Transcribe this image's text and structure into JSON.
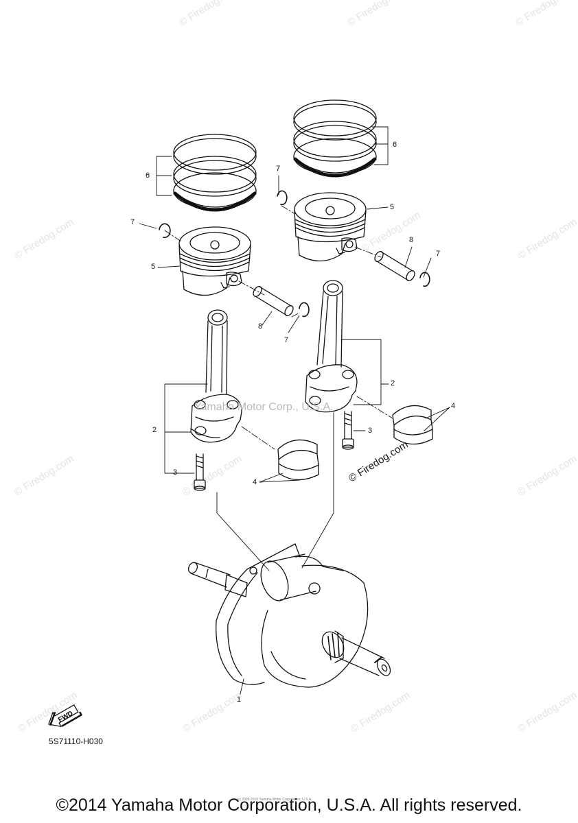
{
  "watermark": {
    "text": "© Firedog.com"
  },
  "center_watermark": "Yamaha Motor Corp., U.S.A.",
  "firedog_stamp": "© Firedog.com",
  "callouts": {
    "crankshaft": "1",
    "rod_left": "2",
    "rod_right": "2",
    "bolt_left": "3",
    "bolt_right": "3",
    "bearing_left": "4",
    "bearing_right": "4",
    "piston_left": "5",
    "piston_right": "5",
    "rings_left": "6",
    "rings_right": "6",
    "clip_a": "7",
    "clip_b": "7",
    "clip_c": "7",
    "clip_d": "7",
    "pin_left": "8",
    "pin_right": "8"
  },
  "fwd_label": "FWD",
  "diagram_code": "5S71110-H030",
  "small_note": "(c) 2009-2016 Yamaha Motor Corporation, U.S.A.",
  "footer": "©2014 Yamaha Motor Corporation, U.S.A. All rights reserved."
}
